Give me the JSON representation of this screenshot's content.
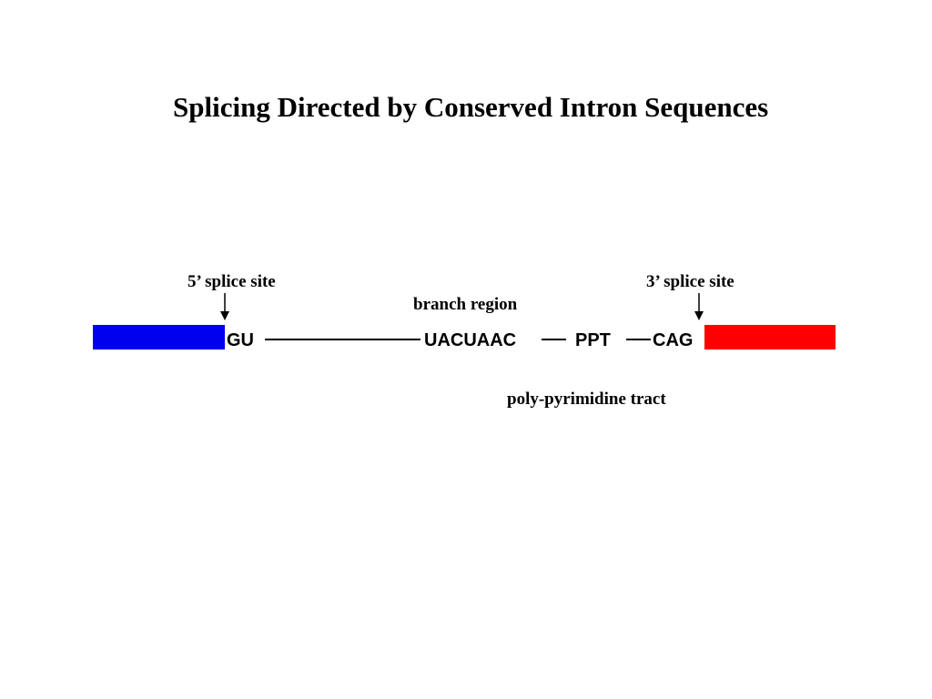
{
  "title": "Splicing Directed by Conserved Intron Sequences",
  "labels": {
    "five_prime_site": "5’ splice site",
    "three_prime_site": "3’ splice site",
    "branch_region": "branch region",
    "ppt_full": "poly-pyrimidine tract"
  },
  "sequence": {
    "gu": "GU",
    "branch": "UACUAAC",
    "ppt": "PPT",
    "cag": "CAG"
  },
  "colors": {
    "upstream_exon": "#0000ee",
    "downstream_exon": "#ff0000",
    "text": "#000000"
  }
}
